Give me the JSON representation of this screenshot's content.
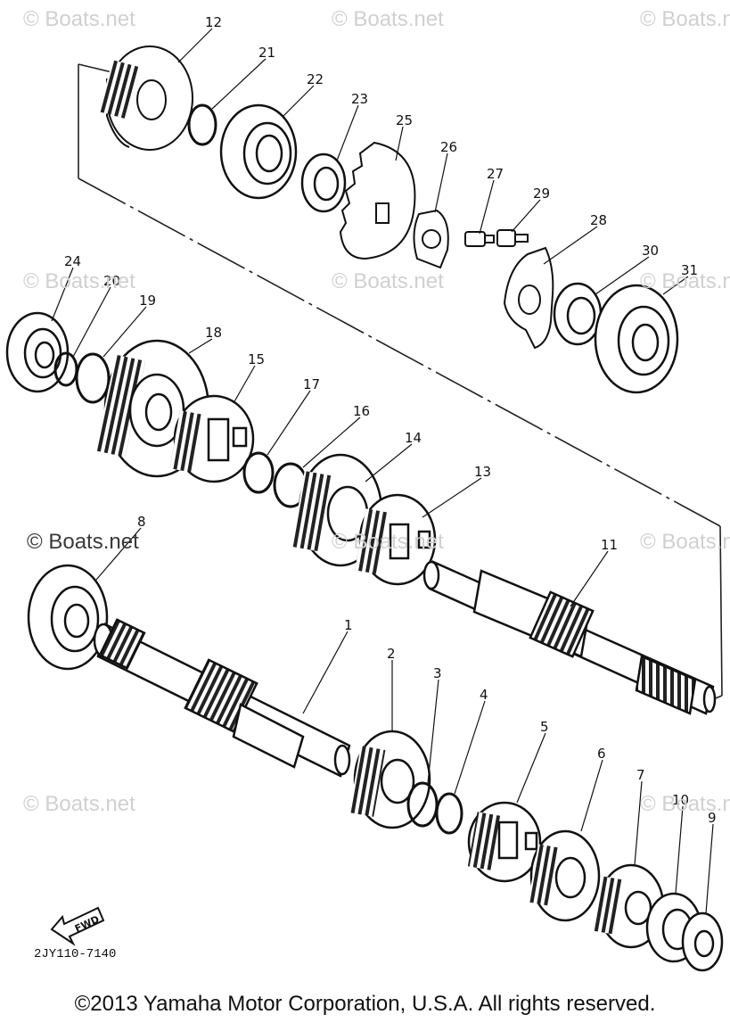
{
  "watermarks": [
    "© Boats.net",
    "© Boats.net",
    "© Boats.net",
    "© Boats.net",
    "© Boats.net",
    "© Boats.net",
    "© Boats.net",
    "© Boats.net",
    "© Boats.net",
    "© Boats.net",
    "© Boats.net"
  ],
  "part_labels": [
    "12",
    "21",
    "22",
    "23",
    "25",
    "26",
    "27",
    "29",
    "28",
    "30",
    "31",
    "24",
    "20",
    "19",
    "18",
    "15",
    "17",
    "16",
    "14",
    "13",
    "11",
    "8",
    "1",
    "2",
    "3",
    "4",
    "5",
    "6",
    "7",
    "10",
    "9"
  ],
  "fwd_label": "FWD",
  "diagram_code": "2JY110-7140",
  "copyright": "©2013 Yamaha Motor Corporation, U.S.A. All rights reserved."
}
